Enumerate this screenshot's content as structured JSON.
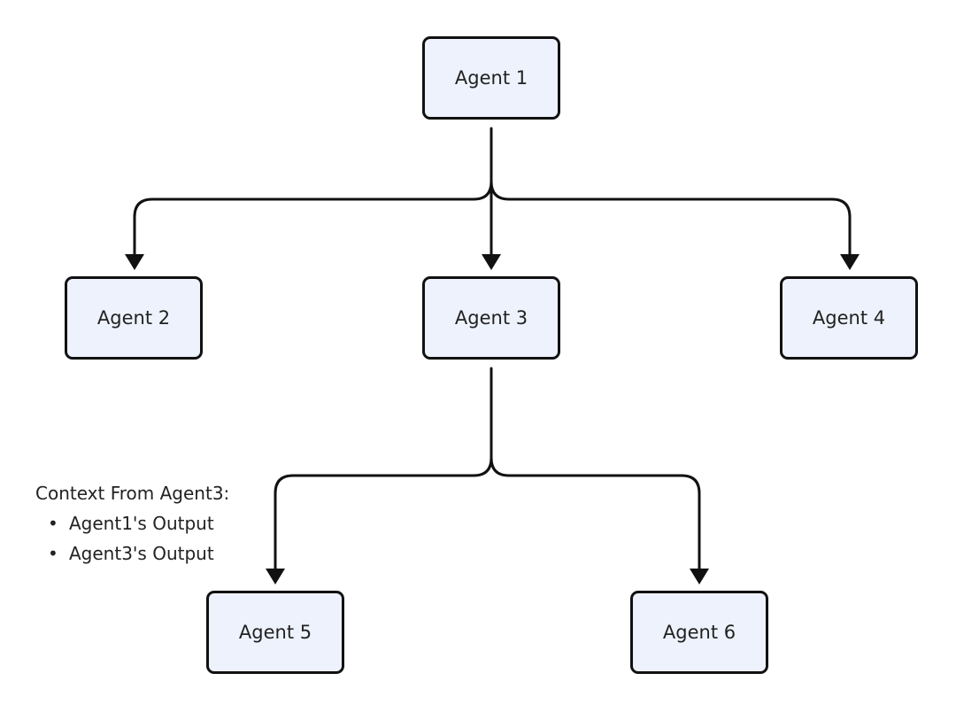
{
  "nodes": {
    "agent1": "Agent 1",
    "agent2": "Agent 2",
    "agent3": "Agent 3",
    "agent4": "Agent 4",
    "agent5": "Agent 5",
    "agent6": "Agent 6"
  },
  "context_note": {
    "title": "Context From Agent3:",
    "items": [
      "Agent1's Output",
      "Agent3's Output"
    ]
  },
  "colors": {
    "node_fill": "#eef2fc",
    "node_border": "#111111",
    "edge": "#111111",
    "text": "#222222"
  }
}
